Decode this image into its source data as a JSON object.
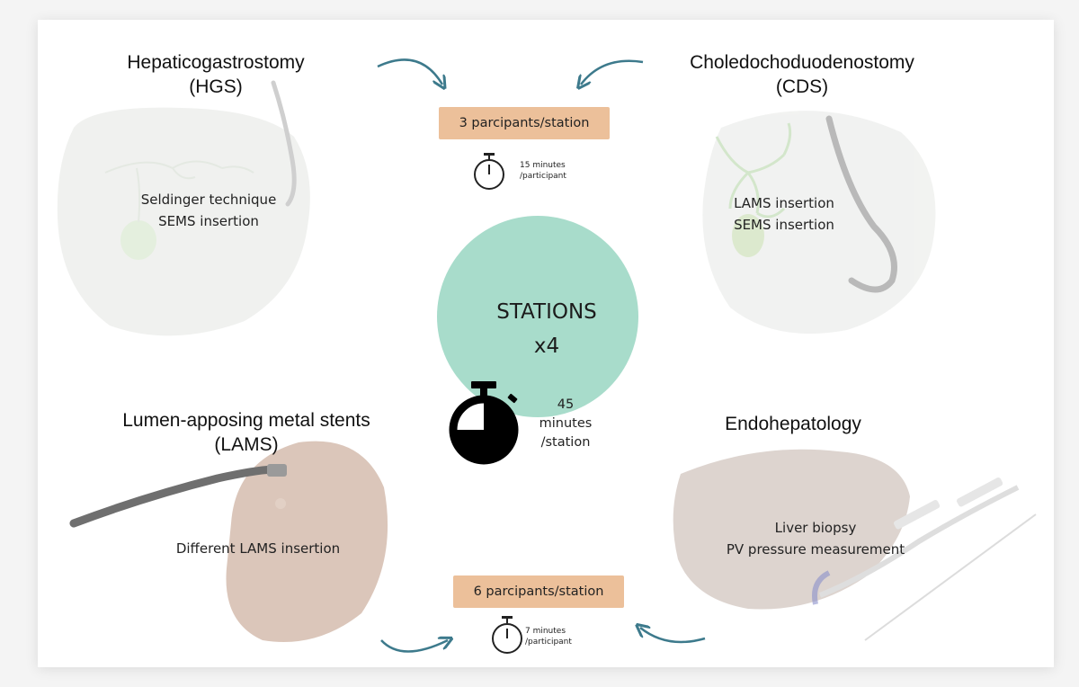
{
  "stations": {
    "hgs": {
      "title_line1": "Hepaticogastrostomy",
      "title_line2": "(HGS)",
      "desc_line1": "Seldinger technique",
      "desc_line2": "SEMS insertion"
    },
    "cds": {
      "title_line1": "Choledochoduodenostomy",
      "title_line2": "(CDS)",
      "desc_line1": "LAMS insertion",
      "desc_line2": "SEMS insertion"
    },
    "lams": {
      "title_line1": "Lumen-apposing metal stents",
      "title_line2": "(LAMS)",
      "desc_line1": "Different LAMS insertion"
    },
    "endo": {
      "title_line1": "Endohepatology",
      "desc_line1": "Liver biopsy",
      "desc_line2": "PV pressure measurement"
    }
  },
  "center": {
    "line1": "STATIONS",
    "line2": "x4",
    "timer_value": "45",
    "timer_unit": "minutes",
    "timer_per": "/station"
  },
  "top_group": {
    "pill_label": "3 parcipants/station",
    "timer_line1": "15 minutes",
    "timer_line2": "/participant"
  },
  "bottom_group": {
    "pill_label": "6 parcipants/station",
    "timer_line1": "7 minutes",
    "timer_line2": "/participant"
  },
  "colors": {
    "center_circle": "#a8dccb",
    "pill": "#ecc09a",
    "arrow": "#3d7a8c",
    "liver": "#ece7e2",
    "stomach": "#c9b2a4",
    "bile_tree": "#c8e1c2"
  }
}
